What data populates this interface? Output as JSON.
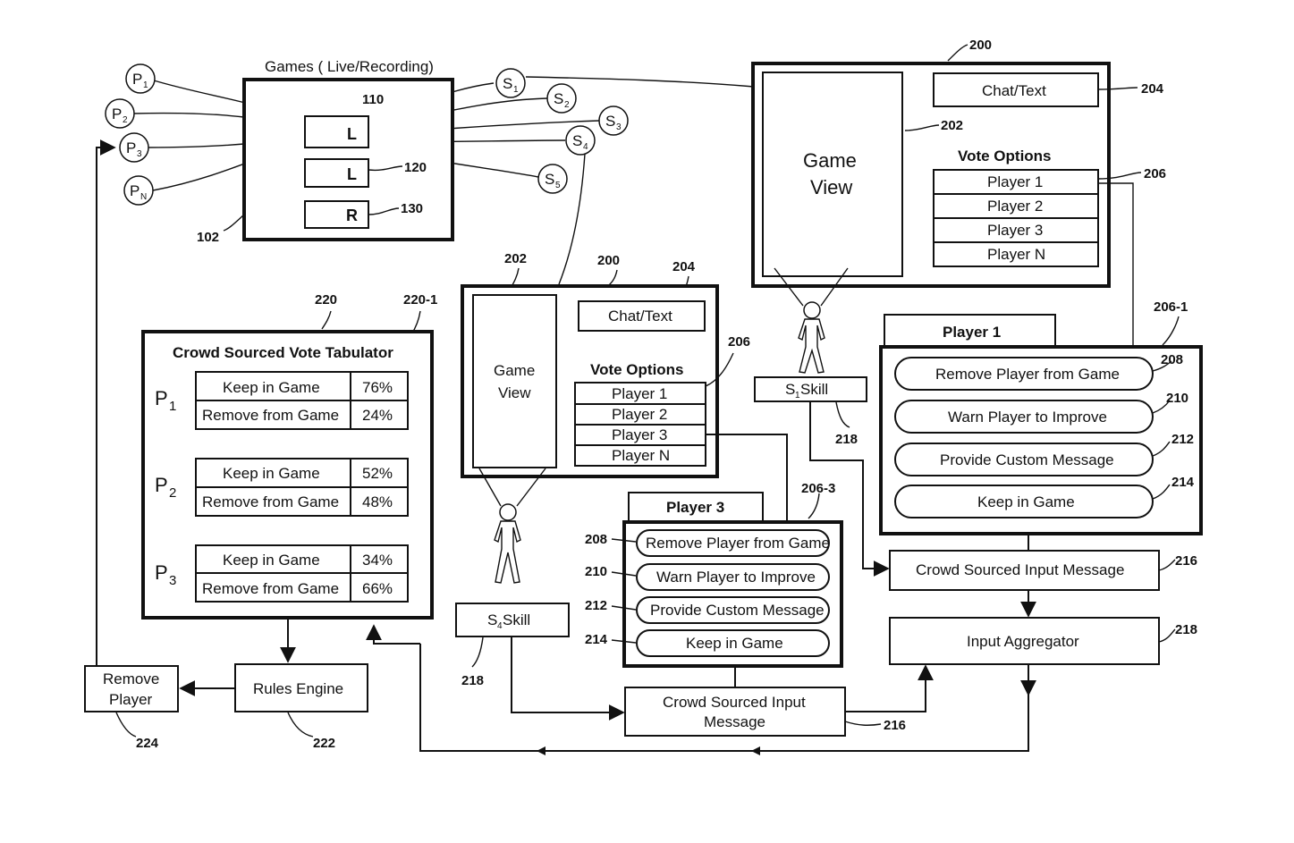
{
  "games": {
    "title": "Games ( Live/Recording)",
    "ref": "102",
    "feeds": [
      {
        "letter": "L",
        "ref": "110"
      },
      {
        "letter": "L",
        "ref": "120"
      },
      {
        "letter": "R",
        "ref": "130"
      }
    ]
  },
  "players": [
    {
      "main": "P",
      "sub": "1"
    },
    {
      "main": "P",
      "sub": "2"
    },
    {
      "main": "P",
      "sub": "3"
    },
    {
      "main": "P",
      "sub": "N"
    }
  ],
  "spectators": [
    {
      "main": "S",
      "sub": "1"
    },
    {
      "main": "S",
      "sub": "2"
    },
    {
      "main": "S",
      "sub": "3"
    },
    {
      "main": "S",
      "sub": "4"
    },
    {
      "main": "S",
      "sub": "5"
    }
  ],
  "viewer_large": {
    "ref": "200",
    "game_view": [
      "Game",
      "View"
    ],
    "game_view_ref": "202",
    "chat": "Chat/Text",
    "chat_ref": "204",
    "vote_title": "Vote Options",
    "vote_ref": "206",
    "options": [
      "Player 1",
      "Player 2",
      "Player 3",
      "Player N"
    ]
  },
  "viewer_small": {
    "ref": "200",
    "game_view": [
      "Game",
      "View"
    ],
    "game_view_ref": "202",
    "chat": "Chat/Text",
    "chat_ref": "204",
    "vote_title": "Vote Options",
    "vote_ref": "206",
    "options": [
      "Player 1",
      "Player 2",
      "Player 3",
      "Player N"
    ]
  },
  "tabulator": {
    "title": "Crowd Sourced Vote Tabulator",
    "ref": "220",
    "ref2": "220-1",
    "players": [
      {
        "main": "P",
        "sub": "1",
        "rows": [
          {
            "label": "Keep in Game",
            "pct": "76%"
          },
          {
            "label": "Remove from Game",
            "pct": "24%"
          }
        ]
      },
      {
        "main": "P",
        "sub": "2",
        "rows": [
          {
            "label": "Keep in Game",
            "pct": "52%"
          },
          {
            "label": "Remove from Game",
            "pct": "48%"
          }
        ]
      },
      {
        "main": "P",
        "sub": "3",
        "rows": [
          {
            "label": "Keep in Game",
            "pct": "34%"
          },
          {
            "label": "Remove from Game",
            "pct": "66%"
          }
        ]
      }
    ]
  },
  "panel_player1": {
    "tab": "Player 1",
    "ref": "206-1",
    "options": [
      {
        "label": "Remove Player from Game",
        "ref": "208"
      },
      {
        "label": "Warn Player to Improve",
        "ref": "210"
      },
      {
        "label": "Provide Custom Message",
        "ref": "212"
      },
      {
        "label": "Keep in Game",
        "ref": "214"
      }
    ]
  },
  "panel_player3": {
    "tab": "Player 3",
    "ref": "206-3",
    "options": [
      {
        "label": "Remove Player from Game",
        "ref": "208"
      },
      {
        "label": "Warn Player to Improve",
        "ref": "210"
      },
      {
        "label": "Provide Custom Message",
        "ref": "212"
      },
      {
        "label": "Keep in Game",
        "ref": "214"
      }
    ]
  },
  "skill_s1": {
    "main": "S",
    "sub": "1",
    "suffix": " Skill",
    "ref": "218"
  },
  "skill_s4": {
    "main": "S",
    "sub": "4",
    "suffix": " Skill",
    "ref": "218"
  },
  "crowd_input_right": {
    "label": "Crowd Sourced Input Message",
    "ref": "216"
  },
  "crowd_input_bottom": {
    "lines": [
      "Crowd Sourced Input",
      "Message"
    ],
    "ref": "216"
  },
  "aggregator": {
    "label": "Input Aggregator",
    "ref": "218"
  },
  "rules_engine": {
    "label": "Rules Engine",
    "ref": "222"
  },
  "remove_player": {
    "lines": [
      "Remove",
      "Player"
    ],
    "ref": "224"
  }
}
